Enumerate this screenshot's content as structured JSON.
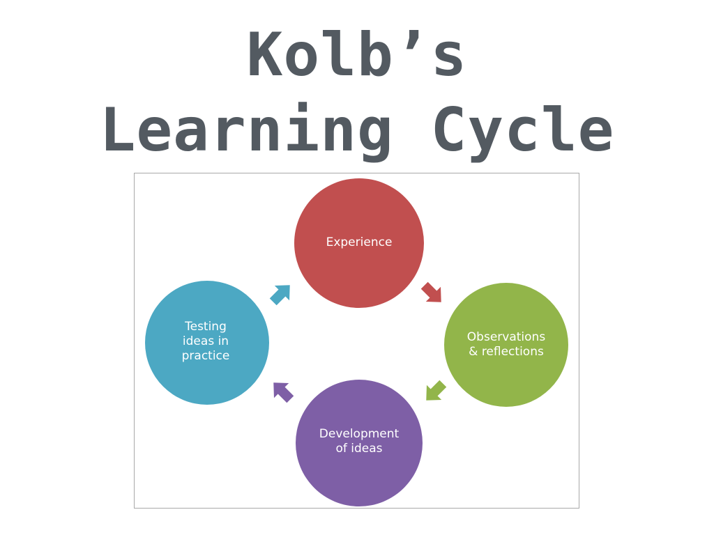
{
  "title": {
    "line1": "Kolb’s",
    "line2": "Learning Cycle"
  },
  "diagram": {
    "stages": [
      {
        "label": "Experience",
        "color": "#c14f4f"
      },
      {
        "label": "Observations\n& reflections",
        "color": "#92b54a"
      },
      {
        "label": "Development\nof ideas",
        "color": "#7e5fa6"
      },
      {
        "label": "Testing\nideas in\npractice",
        "color": "#4ca8c3"
      }
    ],
    "arrows": [
      {
        "from": "Experience",
        "to": "Observations & reflections",
        "color": "#c14f4f"
      },
      {
        "from": "Observations & reflections",
        "to": "Development of ideas",
        "color": "#92b54a"
      },
      {
        "from": "Development of ideas",
        "to": "Testing ideas in practice",
        "color": "#7e5fa6"
      },
      {
        "from": "Testing ideas in practice",
        "to": "Experience",
        "color": "#4ca8c3"
      }
    ]
  }
}
